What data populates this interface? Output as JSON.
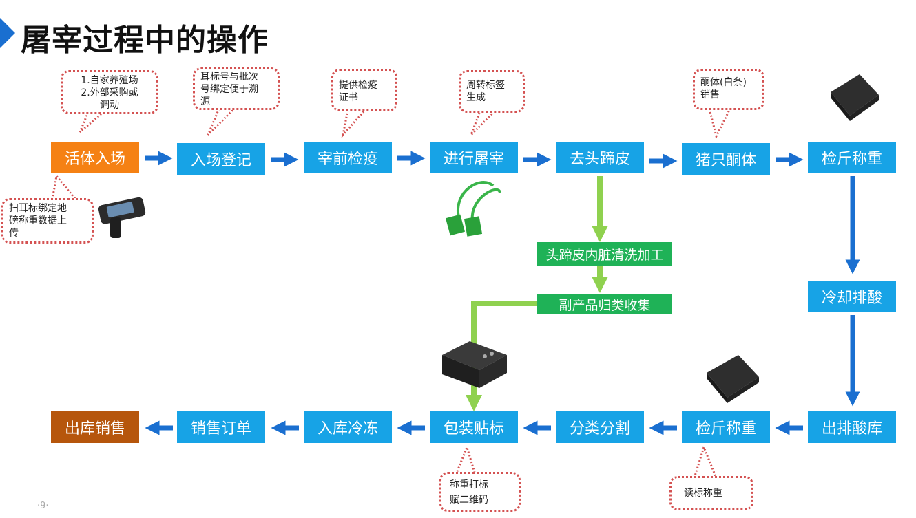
{
  "title": "屠宰过程中的操作",
  "page_number": "·9·",
  "top_row": [
    "活体入场",
    "入场登记",
    "宰前检疫",
    "进行屠宰",
    "去头蹄皮",
    "猪只酮体",
    "检斤称重"
  ],
  "right_column": [
    "冷却排酸"
  ],
  "bottom_row": [
    "出排酸库",
    "检斤称重",
    "分类分割",
    "包装贴标",
    "入库冷冻",
    "销售订单",
    "出库销售"
  ],
  "byproduct": [
    "头蹄皮内脏清洗加工",
    "副产品归类收集"
  ],
  "callouts": {
    "source": [
      "1.自家养殖场",
      "2.外部采购或",
      "调动"
    ],
    "eartag": [
      "耳标号与批次",
      "号绑定便于溯",
      "源"
    ],
    "quarantine": [
      "提供检疫",
      "证书"
    ],
    "turnover": [
      "周转标签",
      "生成"
    ],
    "carcass": [
      "酮体(白条)",
      "销售"
    ],
    "scan": [
      "扫耳标绑定地",
      "磅称重数据上",
      "传"
    ],
    "label": [
      "称重打标",
      "赋二维码"
    ],
    "read": [
      "读标称重"
    ]
  },
  "icons": [
    "handheld-scanner-icon",
    "rfid-reader-icon",
    "ear-tag-icon",
    "label-printer-icon"
  ],
  "colors": {
    "step_blue": "#17a3e6",
    "start_orange": "#f58114",
    "end_brown": "#b6560c",
    "green_box": "#1fb257",
    "green_arrow": "#8fd14f",
    "arrow_blue": "#1a6fd0",
    "callout_border": "#d45252"
  }
}
